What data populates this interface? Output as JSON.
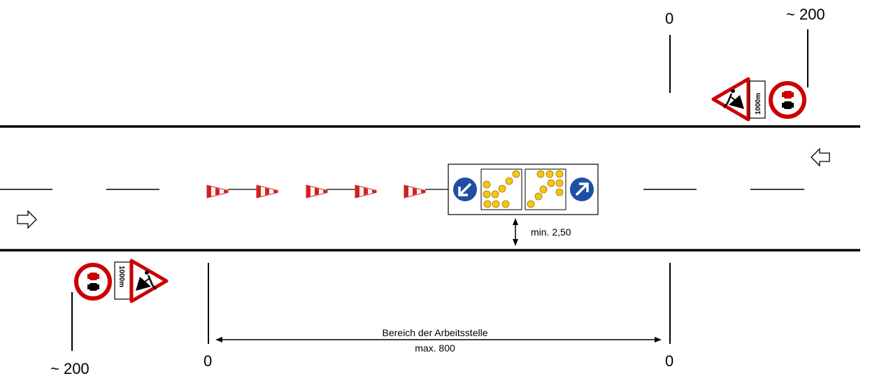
{
  "diagram": {
    "markers": {
      "top_zero": "0",
      "top_distance": "~ 200",
      "bottom_zero_left": "0",
      "bottom_zero_right": "0",
      "bottom_distance": "~ 200"
    },
    "work_zone": {
      "title": "Bereich der Arbeitsstelle",
      "max_length": "max. 800"
    },
    "min_width": "min. 2,50",
    "supplementary_plate": "1000m",
    "colors": {
      "road_line": "#000000",
      "sign_red": "#cc0000",
      "sign_blue": "#1f4fa3",
      "light_yellow": "#f5c518",
      "cone_red": "#d42020"
    },
    "icons": [
      "arrow-right-icon",
      "arrow-left-icon",
      "roadworks-warning-sign-icon",
      "no-overtaking-sign-icon",
      "keep-left-sign-icon",
      "keep-right-sign-icon",
      "warning-light-panel-icon",
      "traffic-cone-icon"
    ]
  }
}
